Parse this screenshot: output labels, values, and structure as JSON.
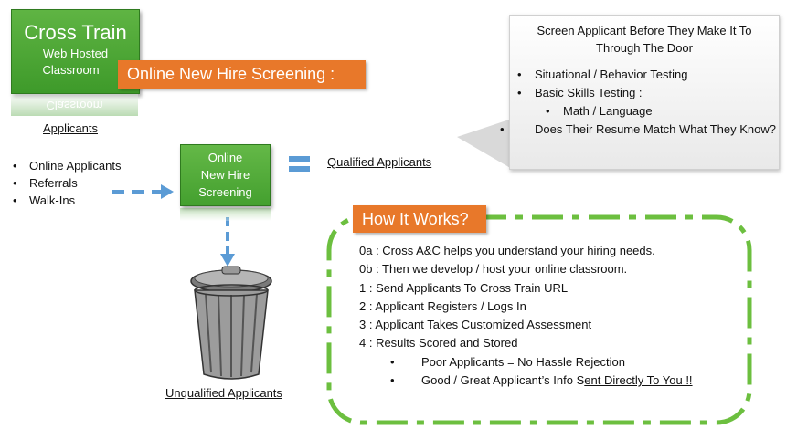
{
  "logo": {
    "line1": "Cross Train",
    "line2": "Web Hosted",
    "line3": "Classroom",
    "reflection": "Classroom"
  },
  "banner": {
    "title": "Online New Hire Screening :"
  },
  "applicants": {
    "title": "Applicants",
    "items": [
      "Online Applicants",
      "Referrals",
      "Walk-Ins"
    ]
  },
  "screening_box": {
    "line1": "Online",
    "line2": "New Hire",
    "line3": "Screening"
  },
  "qualified_label": "Qualified Applicants",
  "unqualified_label": "Unqualified Applicants",
  "callout": {
    "title_line1": "Screen Applicant Before They Make It To",
    "title_line2": "Through The Door",
    "items": [
      "Situational / Behavior Testing",
      "Basic Skills Testing :",
      "Math / Language",
      "Does Their Resume Match What They Know?"
    ]
  },
  "how_it_works": {
    "title": "How It Works?",
    "steps": [
      "0a : Cross A&C helps you understand your hiring needs.",
      "0b : Then we develop / host your online classroom.",
      "1 : Send Applicants To Cross Train URL",
      "2 : Applicant Registers / Logs In",
      "3 : Applicant Takes Customized Assessment",
      "4 : Results Scored and Stored"
    ],
    "bullets": {
      "poor": "Poor Applicants = No Hassle Rejection",
      "good_prefix": "Good / Great Applicant’s Info S",
      "good_underlined": "ent Directly To You !!"
    }
  },
  "colors": {
    "green": "#4ea63a",
    "orange": "#e8782a",
    "blue_arrow": "#5b9bd5",
    "dashed_border": "#6cbf3f"
  }
}
